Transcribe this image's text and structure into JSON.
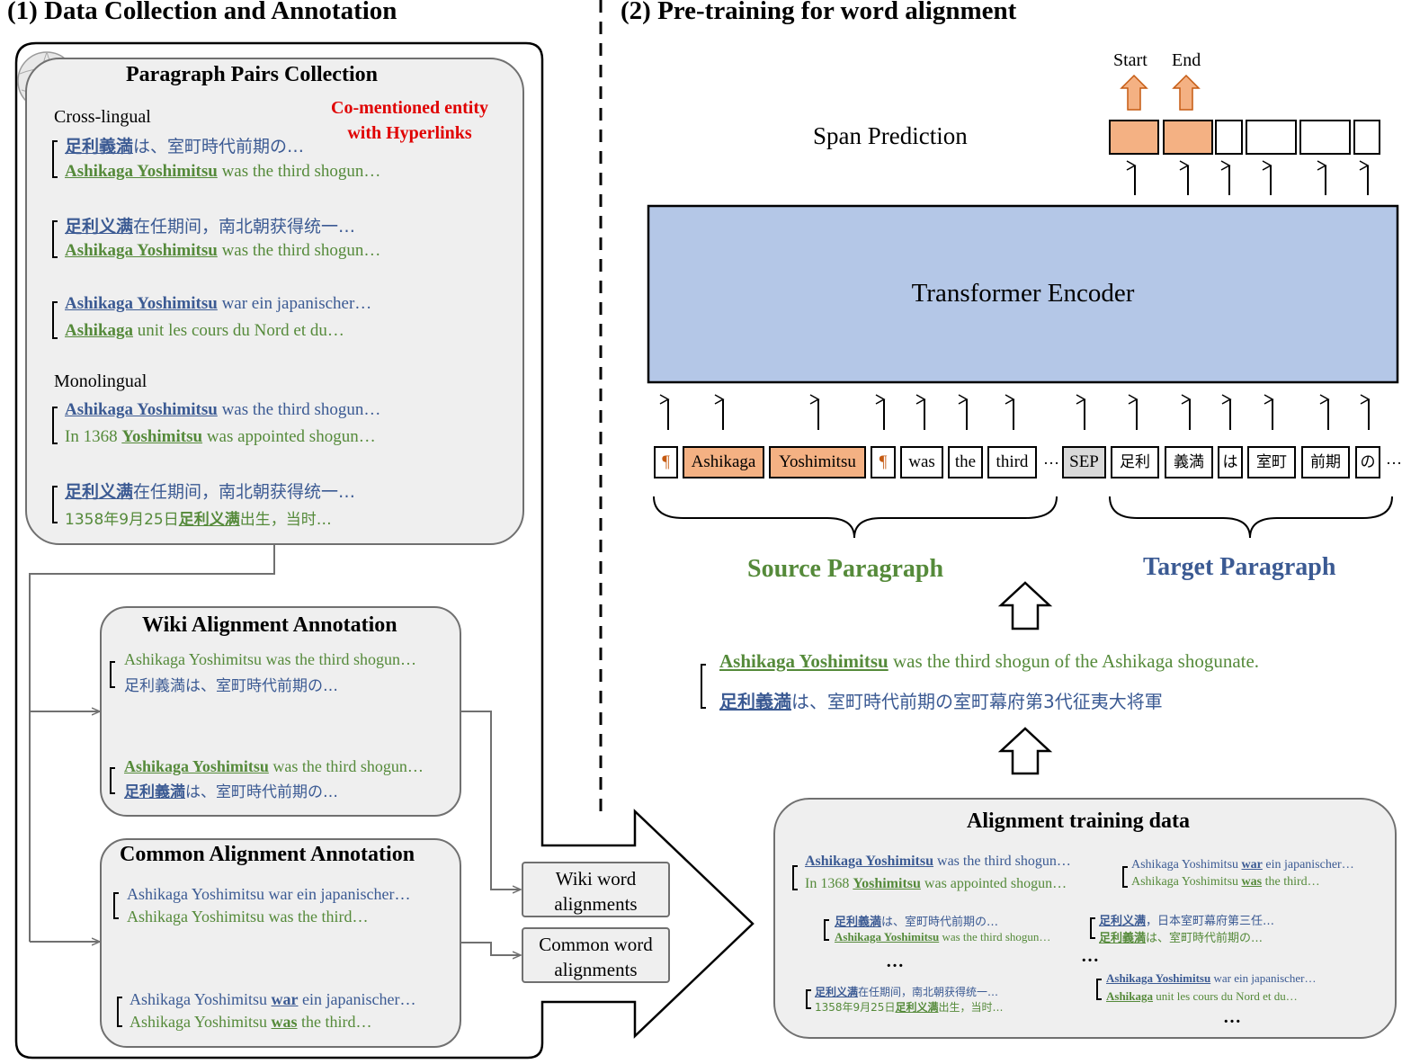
{
  "left": {
    "title": "(1) Data Collection and Annotation",
    "collection": {
      "title": "Paragraph Pairs Collection",
      "cross_label": "Cross-lingual",
      "mono_label": "Monolingual",
      "callout_line1": "Co-mentioned entity",
      "callout_line2": "with Hyperlinks",
      "p1a_ent": "足利義満",
      "p1a_rest": "は、室町時代前期の…",
      "p1b_ent": "Ashikaga Yoshimitsu",
      "p1b_rest": " was the third shogun…",
      "p2a_ent": "足利义满",
      "p2a_rest": "在任期间，南北朝获得统一…",
      "p2b_ent": "Ashikaga Yoshimitsu",
      "p2b_rest": " was the third shogun…",
      "p3a_ent": "Ashikaga Yoshimitsu",
      "p3a_rest": " war ein japanischer…",
      "p3b_ent": "Ashikaga",
      "p3b_rest": " unit les cours du Nord et du…",
      "p4a_ent": "Ashikaga Yoshimitsu",
      "p4a_rest": " was the third shogun…",
      "p4b_pre": "In 1368 ",
      "p4b_ent": "Yoshimitsu",
      "p4b_rest": " was appointed shogun…",
      "p5a_ent": "足利义满",
      "p5a_rest": "在任期间，南北朝获得统一…",
      "p5b_pre": "1358年9月25日",
      "p5b_ent": "足利义满",
      "p5b_rest": "出生，当时…"
    },
    "wiki": {
      "title": "Wiki Alignment Annotation",
      "in_a": "Ashikaga Yoshimitsu was the third shogun…",
      "in_b": "足利義満は、室町時代前期の…",
      "out_a_ent": "Ashikaga Yoshimitsu",
      "out_a_rest": " was the third shogun…",
      "out_b_ent": "足利義満",
      "out_b_rest": "は、室町時代前期の…"
    },
    "common": {
      "title": "Common Alignment Annotation",
      "in_a": "Ashikaga Yoshimitsu war ein japanischer…",
      "in_b": "Ashikaga Yoshimitsu was the third…",
      "out_a_pre": "Ashikaga Yoshimitsu ",
      "out_a_ent": "war",
      "out_a_rest": " ein japanischer…",
      "out_b_pre": "Ashikaga Yoshimitsu ",
      "out_b_ent": "was",
      "out_b_rest": " the third…"
    },
    "wiki_word_line1": "Wiki word",
    "wiki_word_line2": "alignments",
    "common_word_line1": "Common word",
    "common_word_line2": "alignments"
  },
  "right": {
    "title": "(2) Pre-training for word alignment",
    "start": "Start",
    "end": "End",
    "span_prediction": "Span Prediction",
    "encoder": "Transformer Encoder",
    "tokens": [
      "¶",
      "Ashikaga",
      "Yoshimitsu",
      "¶",
      "was",
      "the",
      "third",
      "…",
      "SEP",
      "足利",
      "義満",
      "は",
      "室町",
      "前期",
      "の",
      "…"
    ],
    "source_label": "Source Paragraph",
    "target_label": "Target Paragraph",
    "pair_a_ent": "Ashikaga Yoshimitsu",
    "pair_a_rest": " was the third shogun of the Ashikaga shogunate.",
    "pair_b_ent": "足利義満",
    "pair_b_rest": "は、室町時代前期の室町幕府第3代征夷大将軍",
    "training": {
      "title": "Alignment training data",
      "t1a_ent": "Ashikaga Yoshimitsu",
      "t1a_rest": " was the third shogun…",
      "t1b_pre": "In 1368 ",
      "t1b_ent": "Yoshimitsu",
      "t1b_rest": " was appointed shogun…",
      "t2a_pre": "Ashikaga Yoshimitsu ",
      "t2a_ent": "war",
      "t2a_rest": " ein japanischer…",
      "t2b_pre": "Ashikaga Yoshimitsu ",
      "t2b_ent": "was",
      "t2b_rest": " the third…",
      "t3a_ent": "足利義満",
      "t3a_rest": "は、室町時代前期の…",
      "t3b_ent": "Ashikaga Yoshimitsu",
      "t3b_rest": " was the third shogun…",
      "t4a_ent": "足利义满",
      "t4a_rest": "，日本室町幕府第三任…",
      "t4b_ent": "足利義満",
      "t4b_rest": "は、室町時代前期の…",
      "dots": "…",
      "t5a_ent": "足利义满",
      "t5a_rest": "在任期间，南北朝获得统一…",
      "t5b_pre": "1358年9月25日",
      "t5b_ent": "足利义满",
      "t5b_rest": "出生，当时…",
      "t6a_ent": "Ashikaga Yoshimitsu",
      "t6a_rest": " war ein japanischer…",
      "t6b_ent": "Ashikaga",
      "t6b_rest": " unit les cours du Nord et du…"
    }
  },
  "colors": {
    "source_green": "#558a3a",
    "target_blue": "#3b5a93",
    "highlight_orange": "#f4b183",
    "encoder_fill": "#b4c7e7",
    "callout_red": "#e00000"
  },
  "icons": [
    "wikipedia-globe-icon",
    "up-arrow-icon",
    "down-hollow-arrow-icon",
    "up-hollow-arrow-icon",
    "large-right-hollow-arrow-icon"
  ]
}
